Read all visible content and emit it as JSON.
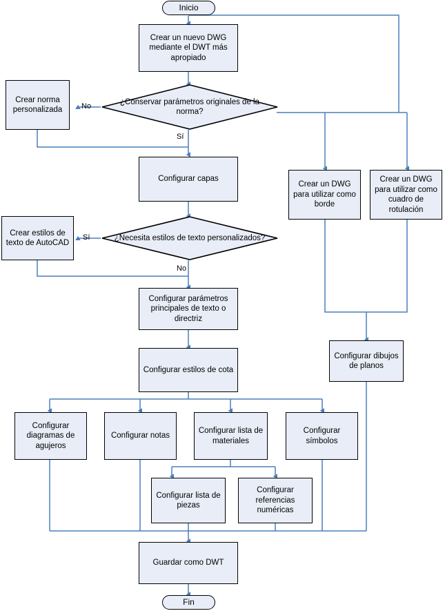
{
  "diagram": {
    "title": "Flujo de trabajo para crear una plantilla DWT",
    "type": "flowchart",
    "language": "es",
    "colors": {
      "node_fill": "#e8edf7",
      "node_stroke": "#000000",
      "connector": "#4a7ebb",
      "text": "#000000",
      "background": "#ffffff"
    }
  },
  "nodes": {
    "start": {
      "label": "Inicio",
      "shape": "terminator"
    },
    "create_dwg": {
      "label": "Crear un nuevo DWG mediante el DWT más apropiado",
      "shape": "process"
    },
    "decision_norma": {
      "label": "¿Conservar parámetros originales de la norma?",
      "shape": "decision"
    },
    "crear_norma": {
      "label": "Crear norma personalizada",
      "shape": "process"
    },
    "configurar_capas": {
      "label": "Configurar capas",
      "shape": "process"
    },
    "decision_estilos": {
      "label": "¿Necesita estilos de texto personalizados?",
      "shape": "decision"
    },
    "crear_estilos": {
      "label": "Crear estilos de texto de AutoCAD",
      "shape": "process"
    },
    "config_param_texto": {
      "label": "Configurar parámetros principales de texto o directriz",
      "shape": "process"
    },
    "config_estilos_cota": {
      "label": "Configurar estilos de cota",
      "shape": "process"
    },
    "config_diagramas": {
      "label": "Configurar diagramas de agujeros",
      "shape": "process"
    },
    "config_notas": {
      "label": "Configurar notas",
      "shape": "process"
    },
    "config_lista_mat": {
      "label": "Configurar lista de materiales",
      "shape": "process"
    },
    "config_simbolos": {
      "label": "Configurar símbolos",
      "shape": "process"
    },
    "config_lista_piezas": {
      "label": "Configurar lista de piezas",
      "shape": "process"
    },
    "config_refs_num": {
      "label": "Configurar referencias numéricas",
      "shape": "process"
    },
    "dwg_borde": {
      "label": "Crear un DWG para utilizar como borde",
      "shape": "process"
    },
    "dwg_rotulacion": {
      "label": "Crear un DWG para utilizar como cuadro de rotulación",
      "shape": "process"
    },
    "config_dibujos": {
      "label": "Configurar dibujos de planos",
      "shape": "process"
    },
    "guardar": {
      "label": "Guardar como DWT",
      "shape": "process"
    },
    "end": {
      "label": "Fin",
      "shape": "terminator"
    }
  },
  "edge_labels": {
    "no_norma": "No",
    "si_norma": "Sí",
    "si_estilos": "Sí",
    "no_estilos": "No"
  }
}
